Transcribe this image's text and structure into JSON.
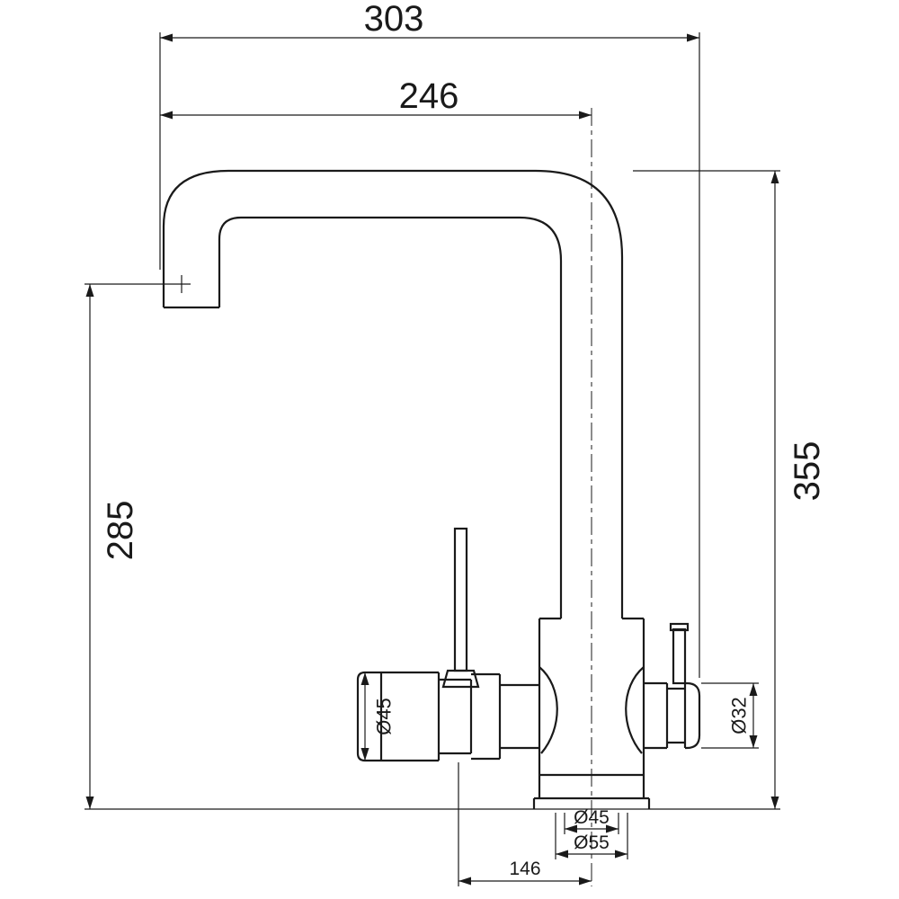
{
  "drawing": {
    "kind": "faucet-dimension-diagram",
    "background": "#ffffff",
    "line_color": "#1a1a1a",
    "dimensions": {
      "overall_width": "303",
      "spout_reach": "246",
      "spout_outlet_height": "285",
      "overall_height": "355",
      "side_outlet_diameter": "Ø45",
      "filter_handle_diameter": "Ø32",
      "base_shank_diameter": "Ø45",
      "base_flange_diameter": "Ø55",
      "base_span": "146"
    }
  }
}
